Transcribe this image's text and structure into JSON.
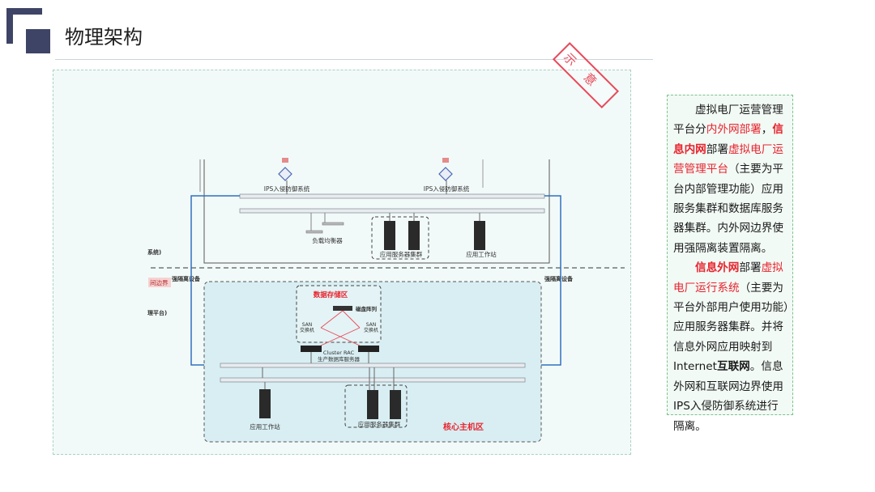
{
  "slide": {
    "title": "物理架构"
  },
  "stamp": {
    "text": "示意"
  },
  "diagram": {
    "top_zone": {
      "ips_left": "IPS入侵防御系统",
      "ips_right": "IPS入侵防御系统",
      "load_balancer": "负载均衡器",
      "app_cluster": "应用服务器集群",
      "workstation": "应用工作站",
      "left_cut_label": "系统)"
    },
    "boundary": {
      "left_cut_label": "间边界",
      "isolation_left": "强隔离设备",
      "isolation_right": "强隔离设备",
      "left_cut_label2": "理平台)"
    },
    "core_zone": {
      "storage_title": "数据存储区",
      "disk_array": "磁盘阵列",
      "san_left_1": "SAN",
      "san_left_2": "交换机",
      "san_right_1": "SAN",
      "san_right_2": "交换机",
      "cluster_rac": "Cluster RAC",
      "db_servers": "生产数据库服务器",
      "workstation": "应用工作站",
      "app_cluster": "应用服务器集群",
      "zone_name": "核心主机区"
    }
  },
  "note": {
    "p1": [
      {
        "text": "虚拟电厂运营管理平台分",
        "style": "normal"
      },
      {
        "text": "内外网部署",
        "style": "red"
      },
      {
        "text": "，",
        "style": "normal"
      },
      {
        "text": "信息内网",
        "style": "redb"
      },
      {
        "text": "部署",
        "style": "normal"
      },
      {
        "text": "虚拟电厂运营管理平台",
        "style": "red"
      },
      {
        "text": "（主要为平台内部管理功能）应用服务集群和数据库服务器集群。内外网边界使用强隔离装置隔离。",
        "style": "normal"
      }
    ],
    "p2": [
      {
        "text": "信息外网",
        "style": "redb"
      },
      {
        "text": "部署",
        "style": "normal"
      },
      {
        "text": "虚拟电厂运行系统",
        "style": "red"
      },
      {
        "text": "（主要为平台外部用户使用功能）应用服务器集群。并将信息外网应用映射到Internet",
        "style": "normal"
      },
      {
        "text": "互联网",
        "style": "blk"
      },
      {
        "text": "。信息外网和互联网边界使用IPS入侵防御系统进行隔离。",
        "style": "normal"
      }
    ]
  },
  "colors": {
    "accent": "#3d4466",
    "red": "#e8232e",
    "line_blue": "#2f6fbf"
  }
}
